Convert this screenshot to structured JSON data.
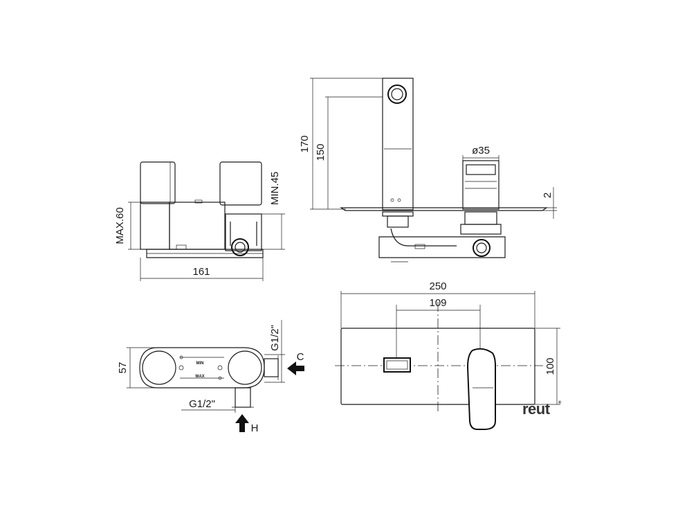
{
  "dimensions": {
    "side_width": "161",
    "side_max_height": "MAX.60",
    "side_min_depth": "MIN.45",
    "front_height_total": "170",
    "front_height_spout": "150",
    "lever_diameter": "ø35",
    "plate_thickness": "2",
    "plate_width": "250",
    "plate_spacing": "109",
    "plate_height": "100",
    "body_depth": "57",
    "connection_hot": "G1/2\"",
    "connection_cold": "G1/2\""
  },
  "labels": {
    "cold": "C",
    "hot": "H",
    "min": "MIN",
    "max": "MAX"
  },
  "brand": {
    "name": "reut",
    "mark": "®"
  }
}
